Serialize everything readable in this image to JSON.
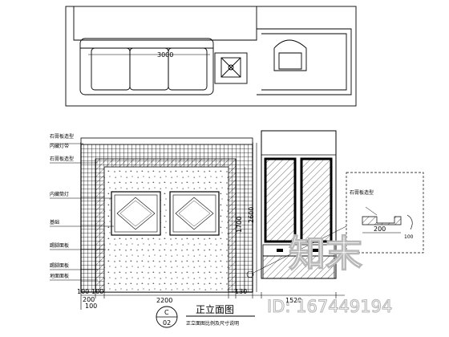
{
  "plan_view": {
    "width_dim": "3000"
  },
  "elevation": {
    "labels_left": [
      "石膏板造型",
      "内藏灯带",
      "石膏板造型",
      "内藏筒灯",
      "基础",
      "踢脚面板",
      "踢脚面板",
      "地面面板"
    ],
    "dims_bottom": [
      "100",
      "100",
      "200",
      "100",
      "2200",
      "130",
      "1520"
    ],
    "dims_vertical": [
      "1700",
      "2600"
    ],
    "detail_label": "石膏板造型",
    "detail_dim": "200",
    "detail_dim_small": "100"
  },
  "title_block": {
    "index_top": "C",
    "index_bottom": "02",
    "title": "正立面图",
    "subtitle": "正立面图比例及尺寸说明"
  },
  "watermark": {
    "brand": "知末",
    "id_text": "ID: 167449194"
  }
}
